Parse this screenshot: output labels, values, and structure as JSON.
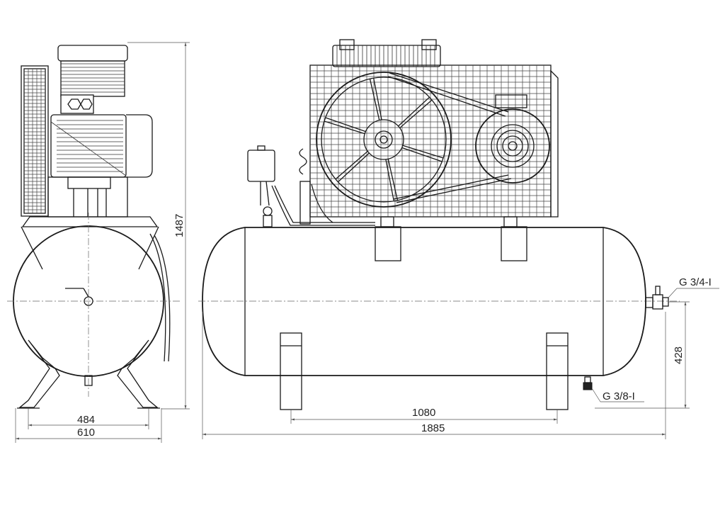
{
  "dimensions": {
    "height_total": "1487",
    "side_inner_width": "484",
    "side_outer_width": "610",
    "feet_spacing": "1080",
    "tank_length": "1885",
    "outlet_height": "428"
  },
  "callouts": {
    "outlet_thread": "G 3/4-I",
    "drain_thread": "G 3/8-I"
  },
  "colors": {
    "line": "#1a1a1a",
    "background": "#ffffff"
  }
}
